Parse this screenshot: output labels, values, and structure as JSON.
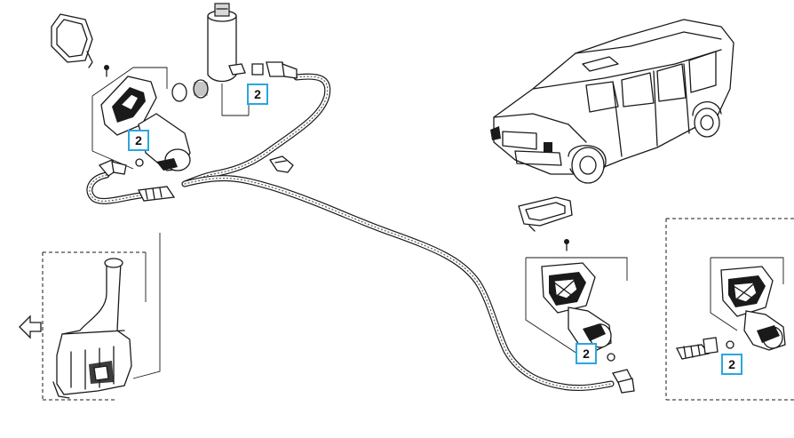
{
  "callouts": [
    {
      "id": "c1",
      "label": "2"
    },
    {
      "id": "c2",
      "label": "2"
    },
    {
      "id": "c3",
      "label": "2"
    },
    {
      "id": "c4",
      "label": "2"
    }
  ],
  "colors": {
    "callout_border": "#2aa6e0",
    "line": "#1a1a1a",
    "background": "#ffffff"
  },
  "icons": [
    "arrow-left-icon"
  ]
}
